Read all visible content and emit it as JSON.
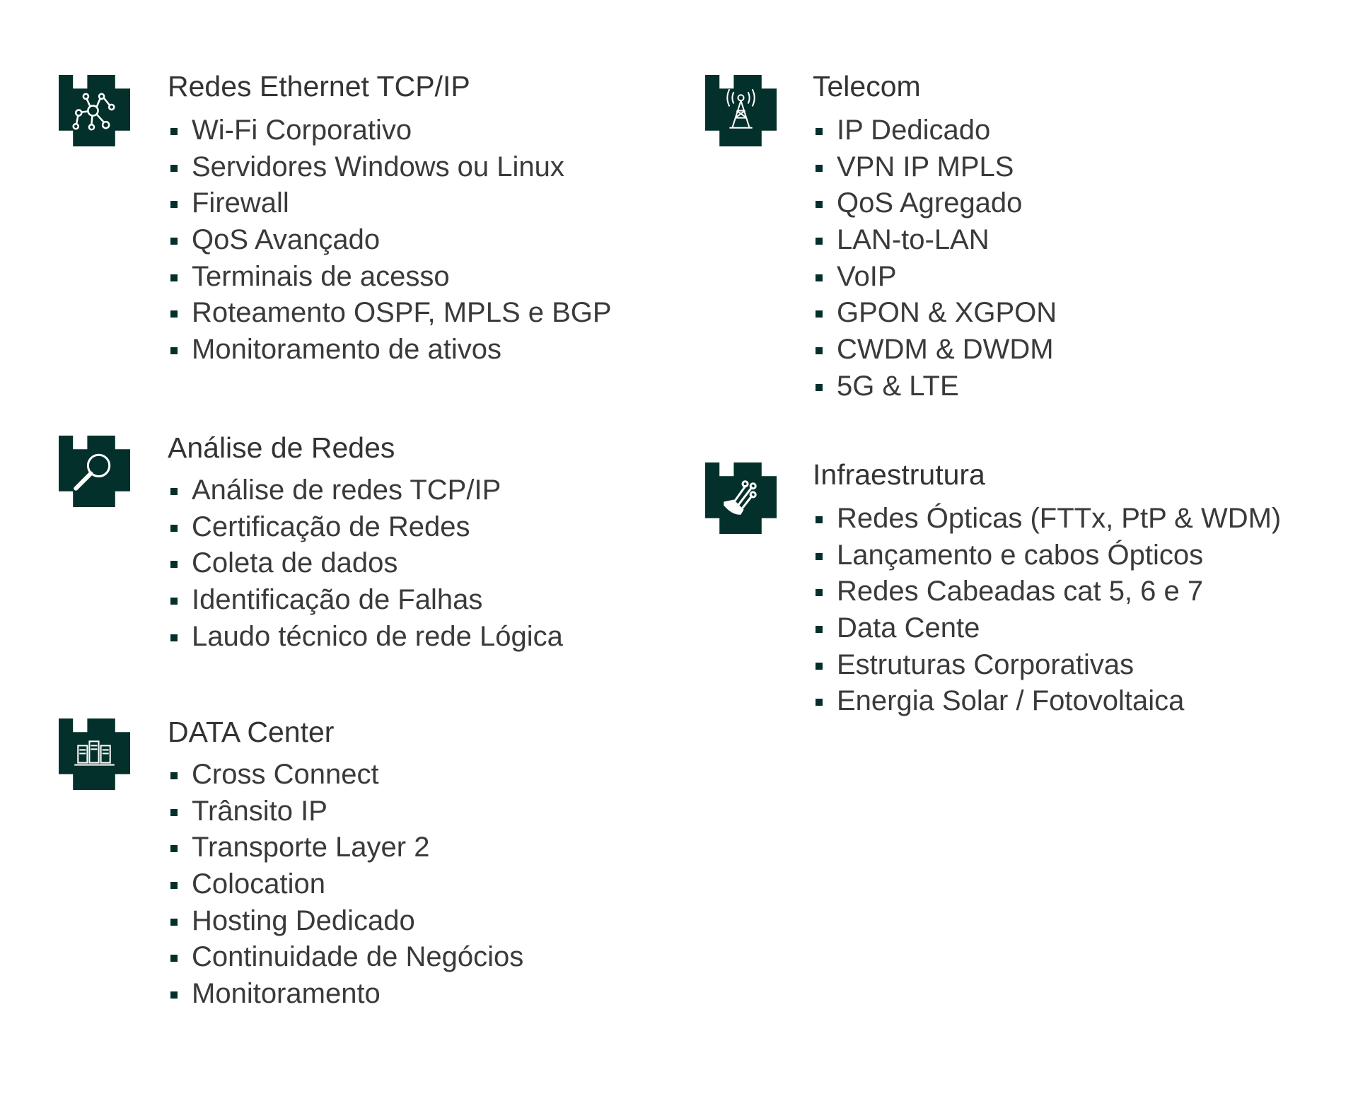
{
  "accent": "#03302a",
  "sections": {
    "ethernet": {
      "icon": "network-nodes-icon",
      "title": "Redes Ethernet TCP/IP",
      "items": [
        "Wi-Fi Corporativo",
        "Servidores Windows ou Linux",
        "Firewall",
        "QoS Avançado",
        "Terminais de acesso",
        "Roteamento OSPF, MPLS e BGP",
        "Monitoramento de ativos"
      ]
    },
    "analise": {
      "icon": "magnifier-icon",
      "title": "Análise de Redes",
      "items": [
        "Análise de redes TCP/IP",
        "Certificação de Redes",
        "Coleta de dados",
        "Identificação de Falhas",
        "Laudo técnico de rede Lógica"
      ]
    },
    "datacenter": {
      "icon": "server-rack-icon",
      "title": "DATA Center",
      "items": [
        "Cross Connect",
        "Trânsito IP",
        "Transporte Layer 2",
        "Colocation",
        "Hosting Dedicado",
        "Continuidade de Negócios",
        "Monitoramento"
      ]
    },
    "telecom": {
      "icon": "antenna-tower-icon",
      "title": "Telecom",
      "items": [
        "IP Dedicado",
        "VPN IP MPLS",
        "QoS Agregado",
        "LAN-to-LAN",
        "VoIP",
        "GPON & XGPON",
        "CWDM & DWDM",
        "5G & LTE"
      ]
    },
    "infra": {
      "icon": "fiber-cable-icon",
      "title": "Infraestrutura",
      "items": [
        "Redes Ópticas (FTTx, PtP & WDM)",
        "Lançamento e cabos Ópticos",
        "Redes Cabeadas cat 5, 6 e 7",
        "Data Cente",
        "Estruturas Corporativas",
        "Energia Solar / Fotovoltaica"
      ]
    }
  }
}
